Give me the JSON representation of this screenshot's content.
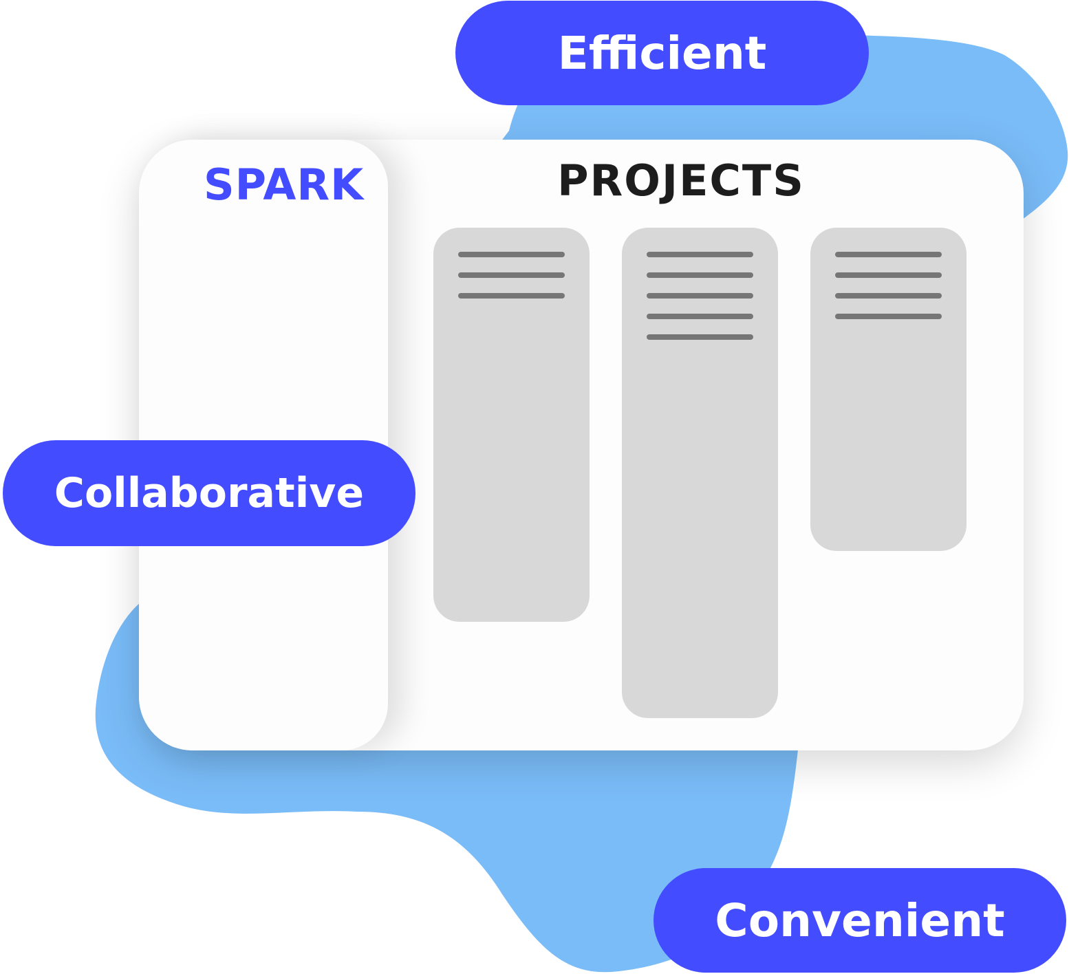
{
  "colors": {
    "accent": "#444cff",
    "blob": "#7abcf8",
    "card": "#fdfdfd",
    "column": "#d8d8d8",
    "column_line": "#767676",
    "title_text": "#1d1d1d"
  },
  "badges": {
    "efficient": "Efficient",
    "collaborative": "Collaborative",
    "convenient": "Convenient"
  },
  "sidebar": {
    "brand": "SPARK"
  },
  "main": {
    "title": "PROJECTS",
    "columns": [
      {
        "line_count": 3
      },
      {
        "line_count": 5
      },
      {
        "line_count": 4
      }
    ]
  }
}
